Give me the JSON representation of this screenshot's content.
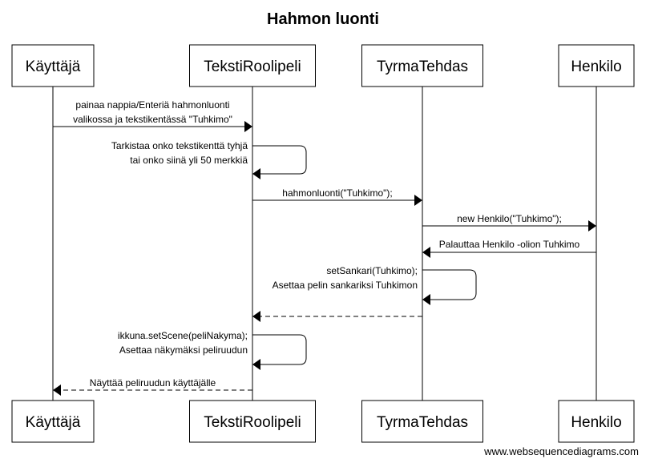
{
  "title": "Hahmon luonti",
  "participants": [
    {
      "id": "kayttaja",
      "label": "Käyttäjä"
    },
    {
      "id": "tekstiroolipeli",
      "label": "TekstiRoolipeli"
    },
    {
      "id": "tyrmatehdas",
      "label": "TyrmaTehdas"
    },
    {
      "id": "henkilo",
      "label": "Henkilo"
    }
  ],
  "messages": [
    {
      "from": 0,
      "to": 1,
      "kind": "call",
      "lines": [
        "painaa nappia/Enteriä hahmonluonti",
        "valikossa ja tekstikentässä \"Tuhkimo\""
      ]
    },
    {
      "from": 1,
      "to": 1,
      "kind": "self",
      "lines": [
        "Tarkistaa onko tekstikenttä tyhjä",
        "tai onko siinä yli 50 merkkiä"
      ]
    },
    {
      "from": 1,
      "to": 2,
      "kind": "call",
      "lines": [
        "hahmonluonti(\"Tuhkimo\");"
      ]
    },
    {
      "from": 2,
      "to": 3,
      "kind": "call",
      "lines": [
        "new Henkilo(\"Tuhkimo\");"
      ]
    },
    {
      "from": 3,
      "to": 2,
      "kind": "call",
      "lines": [
        "Palauttaa Henkilo -olion Tuhkimo"
      ]
    },
    {
      "from": 2,
      "to": 2,
      "kind": "self",
      "lines": [
        "setSankari(Tuhkimo);",
        "Asettaa pelin sankariksi Tuhkimon"
      ]
    },
    {
      "from": 2,
      "to": 1,
      "kind": "return",
      "lines": []
    },
    {
      "from": 1,
      "to": 1,
      "kind": "self",
      "lines": [
        "ikkuna.setScene(peliNakyma);",
        "Asettaa näkymäksi peliruudun"
      ]
    },
    {
      "from": 1,
      "to": 0,
      "kind": "return",
      "lines": [
        "Näyttää peliruudun käyttäjälle"
      ]
    }
  ],
  "watermark": "www.websequencediagrams.com"
}
